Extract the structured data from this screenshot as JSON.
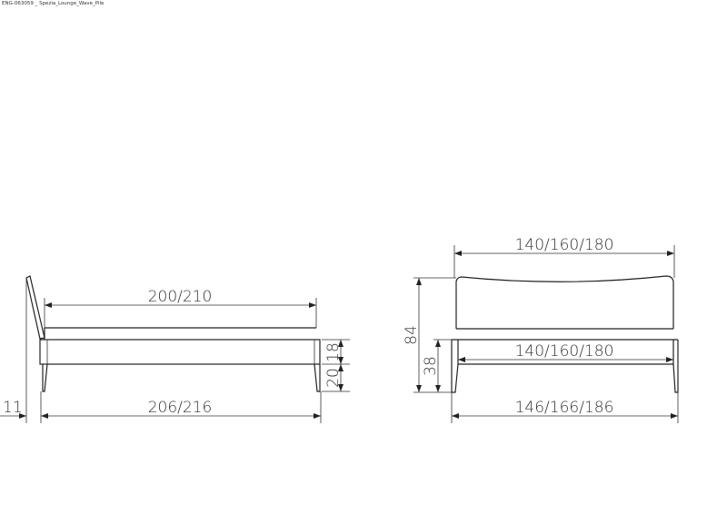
{
  "title": "ENG-063059 _ Spezia_Lounge_Wave_Pile",
  "side_view": {
    "mattress_length": "200/210",
    "overall_length": "206/216",
    "headboard_offset": "11",
    "frame_height": "18",
    "leg_height": "20"
  },
  "front_view": {
    "headboard_width": "140/160/180",
    "inner_width": "140/160/180",
    "overall_width": "146/166/186",
    "overall_height": "84",
    "frame_top_height": "38"
  }
}
